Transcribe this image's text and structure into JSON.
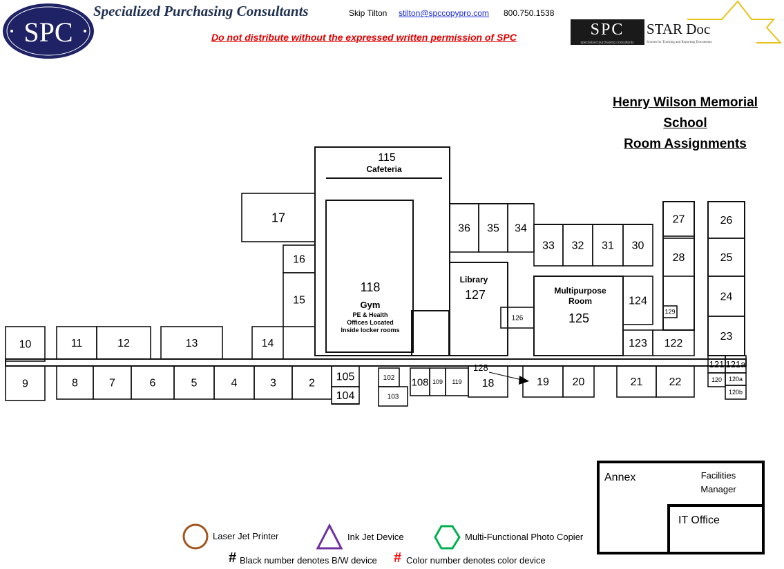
{
  "header": {
    "logo_text": "SPC",
    "company_name": "Specialized Purchasing Consultants",
    "contact_name": "Skip Tilton",
    "contact_email": "stilton@spccopypro.com",
    "contact_phone": "800.750.1538",
    "warning": "Do not distribute without the expressed written permission of SPC",
    "star_logo": {
      "left": "SPC",
      "left_sub": "specialized purchasing consultants",
      "right": "STAR Doc",
      "right_sub": "System for Tracking and Reporting Documents"
    }
  },
  "title": {
    "line1": "Henry Wilson Memorial",
    "line2": "School",
    "line3": "Room Assignments"
  },
  "floorplan": {
    "rooms": [
      "17",
      "16",
      "15",
      "10",
      "11",
      "12",
      "13",
      "14",
      "9",
      "8",
      "7",
      "6",
      "5",
      "4",
      "3",
      "2",
      "105",
      "104",
      "102",
      "103",
      "108",
      "109",
      "119",
      "18",
      "19",
      "20",
      "21",
      "22",
      "121",
      "121a",
      "120",
      "120a",
      "120b",
      "36",
      "35",
      "34",
      "33",
      "32",
      "31",
      "30",
      "126",
      "124",
      "123",
      "122",
      "27",
      "28",
      "129",
      "26",
      "25",
      "24",
      "23"
    ],
    "cafeteria": {
      "number": "115",
      "name": "Cafeteria"
    },
    "gym": {
      "number": "118",
      "name": "Gym",
      "note1": "PE & Health",
      "note2": "Offices Located",
      "note3": "Inside locker rooms"
    },
    "library": {
      "name": "Library",
      "number": "127"
    },
    "multipurpose": {
      "name1": "Multipurpose",
      "name2": "Room",
      "number": "125"
    },
    "annotation": "128"
  },
  "annex": {
    "title": "Annex",
    "facilities1": "Facilities",
    "facilities2": "Manager",
    "it_office": "IT Office"
  },
  "legend": {
    "laser": "Laser Jet Printer",
    "inkjet": "Ink Jet Device",
    "mfp": "Multi-Functional Photo Copier",
    "hash": "#",
    "bw": "Black number denotes B/W device",
    "color": "Color number denotes color device",
    "colors": {
      "laser": "#a0561e",
      "inkjet": "#7030a0",
      "mfp": "#00b050",
      "color_hash": "#ff0000"
    }
  }
}
